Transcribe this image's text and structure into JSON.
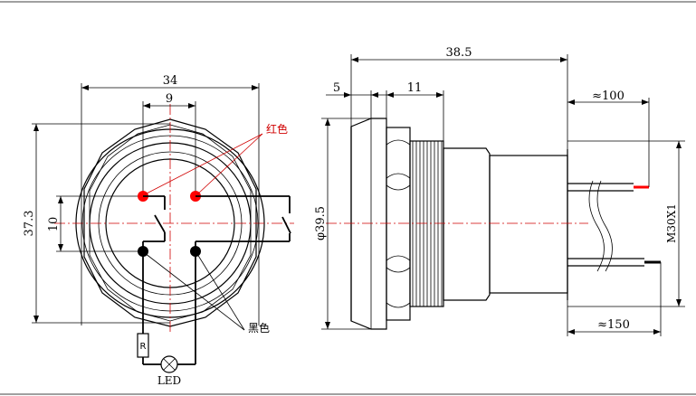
{
  "front_view": {
    "dim_outer_width": "34",
    "dim_pin_spacing": "9",
    "dim_height": "37.3",
    "dim_pin_vertical": "10",
    "label_red": "红色",
    "label_black": "黑色",
    "label_resistor": "R",
    "label_led": "LED",
    "colors": {
      "red_pin": "#ff0000",
      "black_pin": "#000000",
      "centerline": "#d00000"
    }
  },
  "side_view": {
    "dim_total_length": "38.5",
    "dim_head": "5",
    "dim_nut": "11",
    "dim_diameter": "φ39.5",
    "dim_wire_red": "≈100",
    "dim_wire_black": "≈150",
    "dim_thread": "M30X1",
    "colors": {
      "red_wire": "#ff0000",
      "black_wire": "#000000"
    }
  }
}
